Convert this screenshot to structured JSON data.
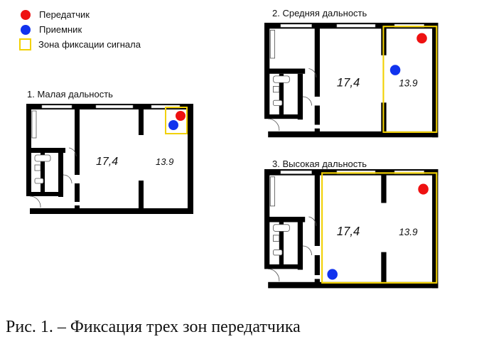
{
  "legend": {
    "items": [
      {
        "label": "Передатчик",
        "color": "#ee1111",
        "kind": "dot"
      },
      {
        "label": "Приемник",
        "color": "#1133ee",
        "kind": "dot"
      },
      {
        "label": "Зона фиксации сигнала",
        "color": "#f2d100",
        "kind": "square"
      }
    ]
  },
  "plans": [
    {
      "title": "1. Малая дальность",
      "room_big": "17,4",
      "room_small": "13.9"
    },
    {
      "title": "2. Средняя дальность",
      "room_big": "17,4",
      "room_small": "13.9"
    },
    {
      "title": "3. Высокая дальность",
      "room_big": "17,4",
      "room_small": "13.9"
    }
  ],
  "caption": "Рис. 1. –  Фиксация трех зон передатчика"
}
